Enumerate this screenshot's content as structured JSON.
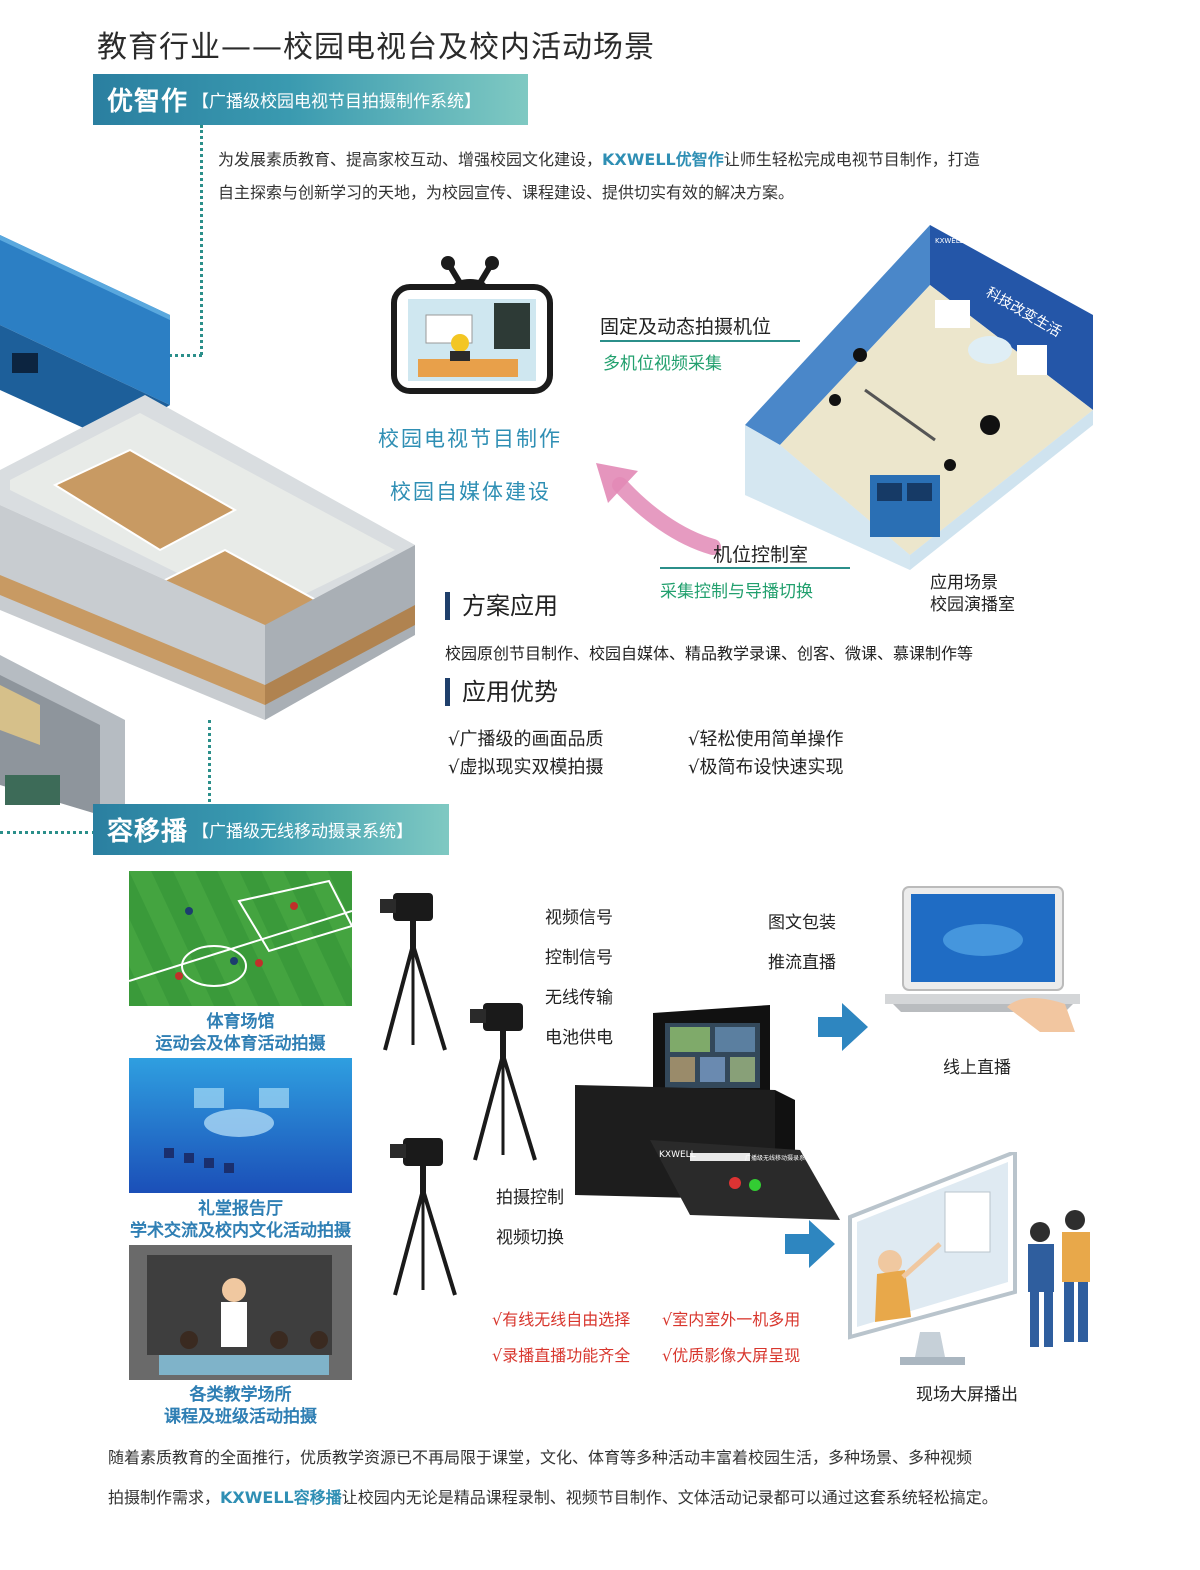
{
  "page": {
    "title": "教育行业——校园电视台及校内活动场景"
  },
  "youzhizuo": {
    "banner_main": "优智作",
    "banner_sub": "【广播级校园电视节目拍摄制作系统】",
    "intro_line1_a": "为发展素质教育、提高家校互动、增强校园文化建设，",
    "intro_brand": "KXWELL优智作",
    "intro_line1_b": "让师生轻松完成电视节目制作，打造",
    "intro_line2": "自主探索与创新学习的天地，为校园宣传、课程建设、提供切实有效的解决方案。",
    "camera_title": "固定及动态拍摄机位",
    "camera_sub": "多机位视频采集",
    "tv_label1": "校园电视节目制作",
    "tv_label2": "校园自媒体建设",
    "control_title": "机位控制室",
    "control_sub": "采集控制与导播切换",
    "scene_label1": "应用场景",
    "scene_label2": "校园演播室",
    "studio_screen_text": "科技改变生活",
    "studio_logo": "KXWELL"
  },
  "solution": {
    "heading": "方案应用",
    "text": "校园原创节目制作、校园自媒体、精品教学录课、创客、微课、慕课制作等"
  },
  "advantages": {
    "heading": "应用优势",
    "items": [
      "√广播级的画面品质",
      "√轻松使用简单操作",
      "√虚拟现实双模拍摄",
      "√极简布设快速实现"
    ]
  },
  "rongyibo": {
    "banner_main": "容移播",
    "banner_sub": "【广播级无线移动摄录系统】",
    "scenes": [
      {
        "line1": "体育场馆",
        "line2": "运动会及体育活动拍摄"
      },
      {
        "line1": "礼堂报告厅",
        "line2": "学术交流及校内文化活动拍摄"
      },
      {
        "line1": "各类教学场所",
        "line2": "课程及班级活动拍摄"
      }
    ],
    "signals": [
      "视频信号",
      "控制信号",
      "无线传输",
      "电池供电"
    ],
    "controls": [
      "拍摄控制",
      "视频切换"
    ],
    "outputs_top": [
      "图文包装",
      "推流直播"
    ],
    "online_label": "线上直播",
    "screen_label": "现场大屏播出",
    "features": [
      "√有线无线自由选择",
      "√室内室外一机多用",
      "√录播直播功能齐全",
      "√优质影像大屏呈现"
    ],
    "device_brand": "KXWELL",
    "device_label": "广播级无线移动摄录系统",
    "summary_line1": "随着素质教育的全面推行，优质教学资源已不再局限于课堂，文化、体育等多种活动丰富着校园生活，多种场景、多种视频",
    "summary_line2_a": "拍摄制作需求，",
    "summary_brand": "KXWELL容移播",
    "summary_line2_b": "让校园内无论是精品课程录制、视频节目制作、文体活动记录都可以通过这套系统轻松搞定。"
  },
  "colors": {
    "banner_start": "#2a7fa0",
    "banner_end": "#7fc9c2",
    "teal_accent": "#2f8fb4",
    "green_accent": "#22a06e",
    "red_accent": "#d8362d",
    "dotted_line": "#2b8f8a"
  }
}
